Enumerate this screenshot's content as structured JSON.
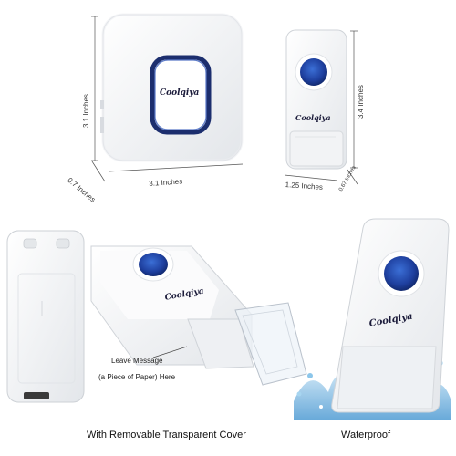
{
  "receiver": {
    "brand": "Coolqiya",
    "height_label": "3.1 Inches",
    "width_label": "3.1 Inches",
    "depth_label": "0.7 Inches"
  },
  "push_button": {
    "brand": "Coolqiya",
    "height_label": "3.4 Inches",
    "width_label": "1.25 Inches",
    "depth_label": "0.67 Inches"
  },
  "panel_cover": {
    "brand": "Coolqiya",
    "note_line1": "Leave Message",
    "note_line2": "(a Piece of Paper) Here",
    "caption": "With Removable Transparent Cover"
  },
  "panel_waterproof": {
    "brand": "Coolqiya",
    "caption": "Waterproof"
  },
  "colors": {
    "button_blue": "#1e3f9e",
    "device_white": "#f6f7f8",
    "water_blue": "#6fb4e0"
  }
}
